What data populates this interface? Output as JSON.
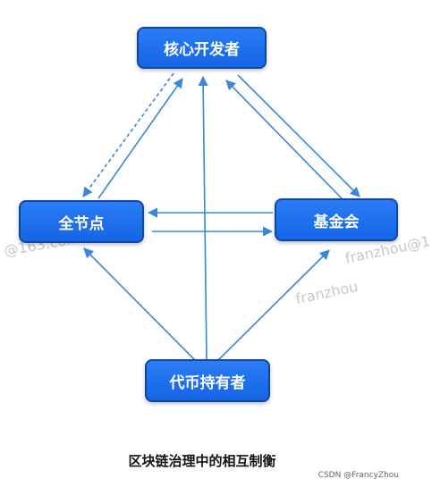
{
  "nodes": {
    "core_developers": "核心开发者",
    "full_nodes": "全节点",
    "foundation": "基金会",
    "token_holders": "代币持有者"
  },
  "caption": "区块链治理中的相互制衡",
  "watermarks": {
    "left": "@163.com",
    "right_name": "franzhou",
    "right_edge": "franzhou@1"
  },
  "credit": "CSDN @FrancyZhou",
  "colors": {
    "node_fill": "#1a6ff0",
    "node_border": "#0d47a1",
    "arrow": "#3a86d8"
  }
}
